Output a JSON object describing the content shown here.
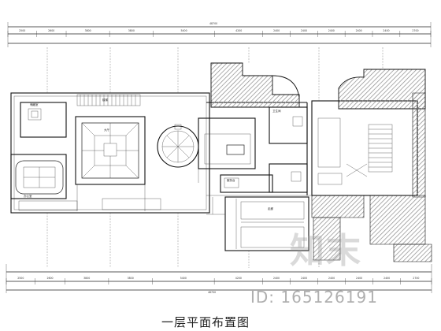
{
  "drawing": {
    "title": "一层平面布置图",
    "overall_dimension": "48700",
    "bottom_overall_dimension": "48700"
  },
  "dimensions": {
    "top_row": [
      "2500",
      "2600",
      "3800",
      "3800",
      "5400",
      "4200",
      "2400",
      "2400",
      "2400",
      "2400",
      "2400",
      "2700"
    ],
    "bottom_row": [
      "2500",
      "2600",
      "3800",
      "3800",
      "5400",
      "4200",
      "2400",
      "2400",
      "2400",
      "2400",
      "2400",
      "2700"
    ]
  },
  "rooms": {
    "stair_a": "楼梯",
    "hall": "大厅",
    "office": "办公室",
    "service": "服务台",
    "toilet": "卫生间",
    "corridor": "走廊",
    "store": "储藏室"
  },
  "watermark": {
    "logo": "知末",
    "id": "ID: 165126191"
  },
  "colors": {
    "line": "#222222",
    "hatch": "#9a9a9a"
  }
}
